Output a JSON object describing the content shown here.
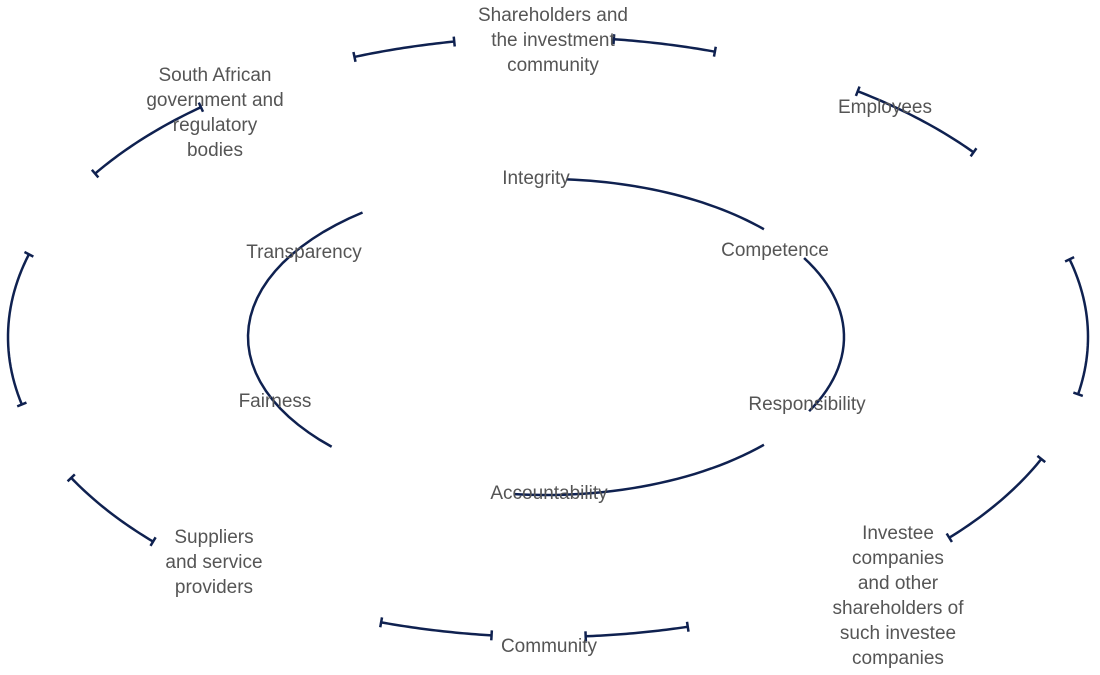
{
  "colors": {
    "arc": "#0f2150",
    "text": "#555555",
    "background": "#ffffff"
  },
  "stakeholders": [
    {
      "id": "shareholders",
      "label": "Shareholders and\nthe investment\ncommunity"
    },
    {
      "id": "employees",
      "label": "Employees"
    },
    {
      "id": "investees",
      "label": "Investee\ncompanies\nand other\nshareholders of\nsuch investee\ncompanies"
    },
    {
      "id": "community",
      "label": "Community"
    },
    {
      "id": "suppliers",
      "label": "Suppliers\nand service\nproviders"
    },
    {
      "id": "government",
      "label": "South African\ngovernment and\nregulatory\nbodies"
    }
  ],
  "values": [
    {
      "id": "integrity",
      "label": "Integrity"
    },
    {
      "id": "competence",
      "label": "Competence"
    },
    {
      "id": "responsibility",
      "label": "Responsibility"
    },
    {
      "id": "accountability",
      "label": "Accountability"
    },
    {
      "id": "fairness",
      "label": "Fairness"
    },
    {
      "id": "transparency",
      "label": "Transparency"
    }
  ]
}
